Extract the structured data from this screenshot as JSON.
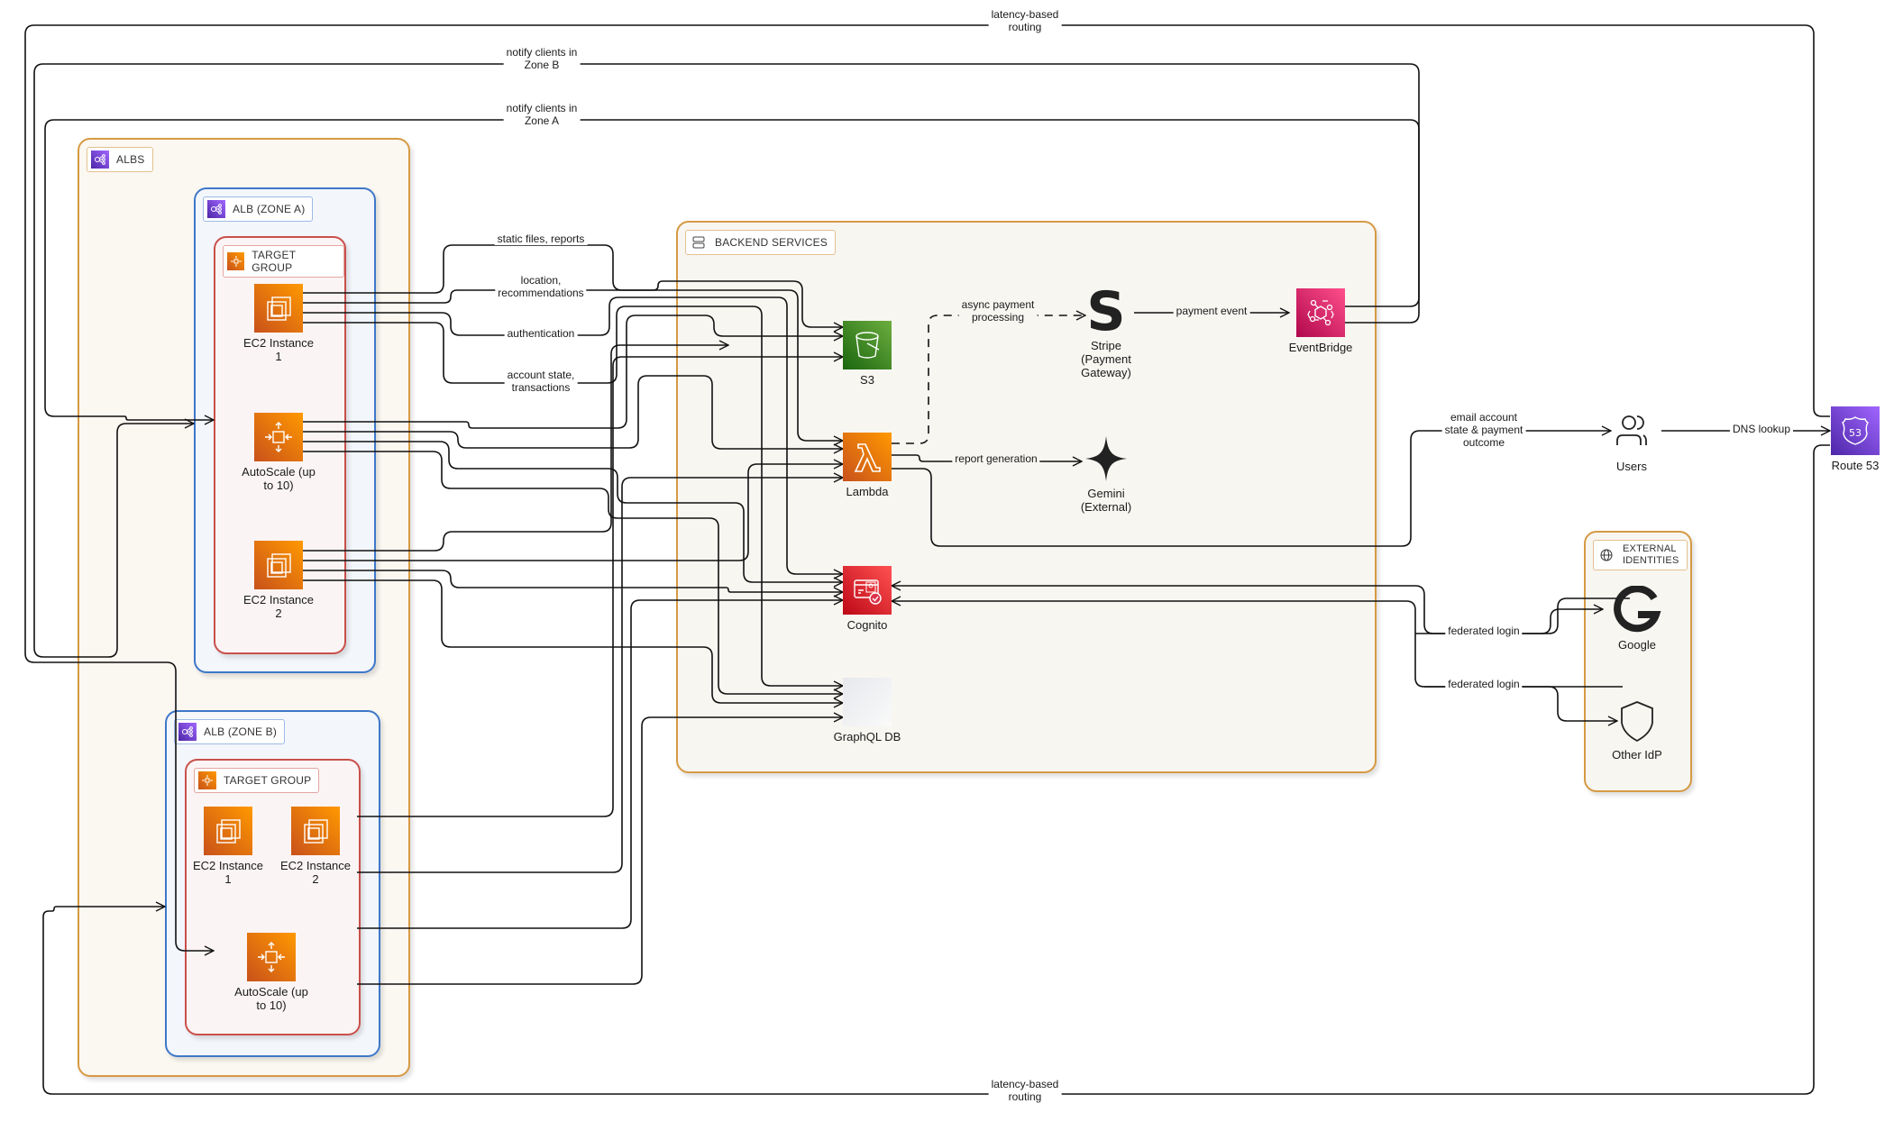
{
  "groups": {
    "albs": {
      "label": "ALBS"
    },
    "alb_zone_a": {
      "label": "ALB (ZONE A)"
    },
    "target_group_a": {
      "label": "TARGET GROUP"
    },
    "alb_zone_b": {
      "label": "ALB (ZONE B)"
    },
    "target_group_b": {
      "label": "TARGET GROUP"
    },
    "backend": {
      "label": "BACKEND SERVICES"
    },
    "external_identities": {
      "label": "EXTERNAL\nIDENTITIES"
    }
  },
  "nodes": {
    "ec2_a1": {
      "label": "EC2 Instance\n1",
      "icon": "ec2-icon"
    },
    "autoscale_a": {
      "label": "AutoScale (up\nto 10)",
      "icon": "autoscaling-icon"
    },
    "ec2_a2": {
      "label": "EC2 Instance\n2",
      "icon": "ec2-icon"
    },
    "ec2_b1": {
      "label": "EC2 Instance\n1",
      "icon": "ec2-icon"
    },
    "ec2_b2": {
      "label": "EC2 Instance\n2",
      "icon": "ec2-icon"
    },
    "autoscale_b": {
      "label": "AutoScale (up\nto 10)",
      "icon": "autoscaling-icon"
    },
    "s3": {
      "label": "S3",
      "icon": "s3-bucket-icon"
    },
    "lambda": {
      "label": "Lambda",
      "icon": "lambda-icon"
    },
    "cognito": {
      "label": "Cognito",
      "icon": "cognito-icon"
    },
    "graphql": {
      "label": "GraphQL DB",
      "icon": "graphql-db-icon"
    },
    "stripe": {
      "label": "Stripe\n(Payment\nGateway)",
      "icon": "stripe-icon"
    },
    "gemini": {
      "label": "Gemini\n(External)",
      "icon": "gemini-sparkle-icon"
    },
    "eventbridge": {
      "label": "EventBridge",
      "icon": "eventbridge-icon"
    },
    "users": {
      "label": "Users",
      "icon": "users-icon"
    },
    "route53": {
      "label": "Route 53",
      "icon": "route53-icon",
      "badge": "53"
    },
    "google": {
      "label": "Google",
      "icon": "google-g-icon"
    },
    "other_idp": {
      "label": "Other IdP",
      "icon": "shield-icon"
    }
  },
  "edges": {
    "latency_top": "latency-based\nrouting",
    "latency_bottom": "latency-based\nrouting",
    "notify_b": "notify clients in\nZone B",
    "notify_a": "notify clients in\nZone A",
    "static_files": "static files, reports",
    "location": "location,\nrecommendations",
    "authentication": "authentication",
    "account_state": "account state,\ntransactions",
    "async_payment": "async payment\nprocessing",
    "payment_event": "payment event",
    "report_generation": "report generation",
    "email_account": "email account\nstate & payment\noutcome",
    "dns_lookup": "DNS lookup",
    "federated_google": "federated login",
    "federated_other": "federated login"
  },
  "colors": {
    "compute_orange": "#ff9900",
    "storage_green": "#6cae3e",
    "security_red": "#dd344c",
    "integration_pink": "#e7157b",
    "network_purple": "#8c4fff",
    "group_gold": "#d69a44",
    "zone_blue": "#3e78c9",
    "target_red": "#c9504b"
  }
}
